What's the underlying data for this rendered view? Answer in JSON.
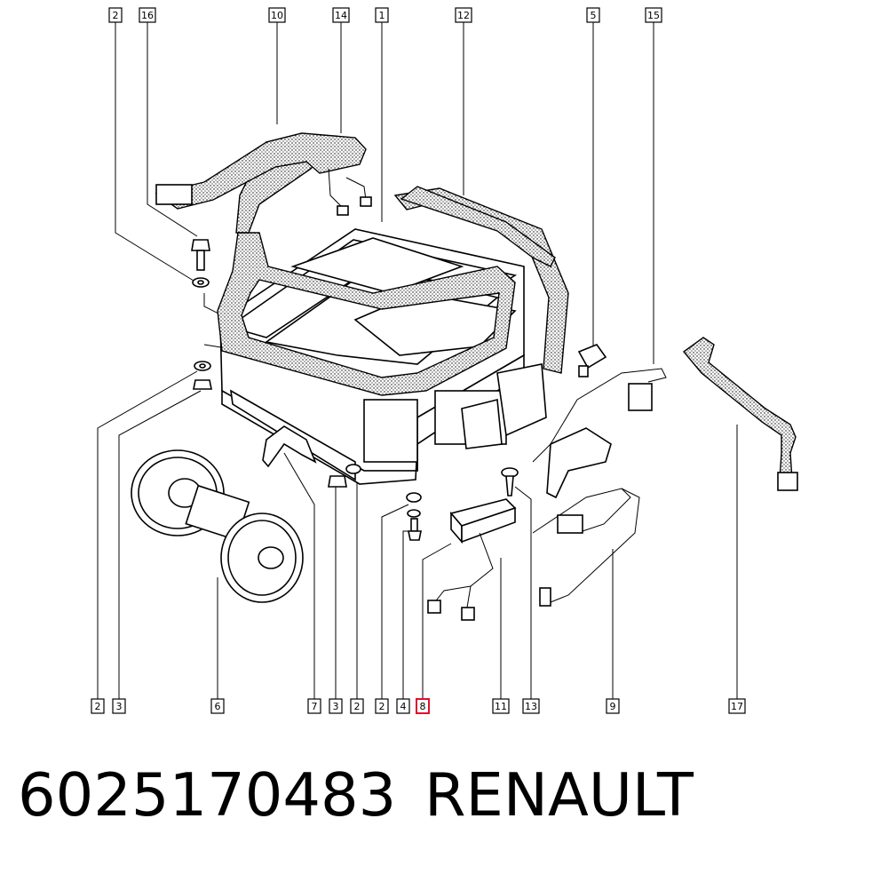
{
  "diagram": {
    "callouts_top": [
      {
        "label": "2",
        "highlight": false
      },
      {
        "label": "16",
        "highlight": false
      },
      {
        "label": "10",
        "highlight": false
      },
      {
        "label": "14",
        "highlight": false
      },
      {
        "label": "1",
        "highlight": false
      },
      {
        "label": "12",
        "highlight": false
      },
      {
        "label": "5",
        "highlight": false
      },
      {
        "label": "15",
        "highlight": false
      }
    ],
    "callouts_bottom": [
      {
        "label": "2",
        "highlight": false
      },
      {
        "label": "3",
        "highlight": false
      },
      {
        "label": "6",
        "highlight": false
      },
      {
        "label": "7",
        "highlight": false
      },
      {
        "label": "3",
        "highlight": false
      },
      {
        "label": "2",
        "highlight": false
      },
      {
        "label": "2",
        "highlight": false
      },
      {
        "label": "4",
        "highlight": false
      },
      {
        "label": "8",
        "highlight": true
      },
      {
        "label": "11",
        "highlight": false
      },
      {
        "label": "13",
        "highlight": false
      },
      {
        "label": "9",
        "highlight": false
      },
      {
        "label": "17",
        "highlight": false
      }
    ],
    "highlight_color": "#e0102a",
    "line_color": "#000000"
  },
  "footer": {
    "part_number": "6025170483",
    "brand": "RENAULT"
  }
}
